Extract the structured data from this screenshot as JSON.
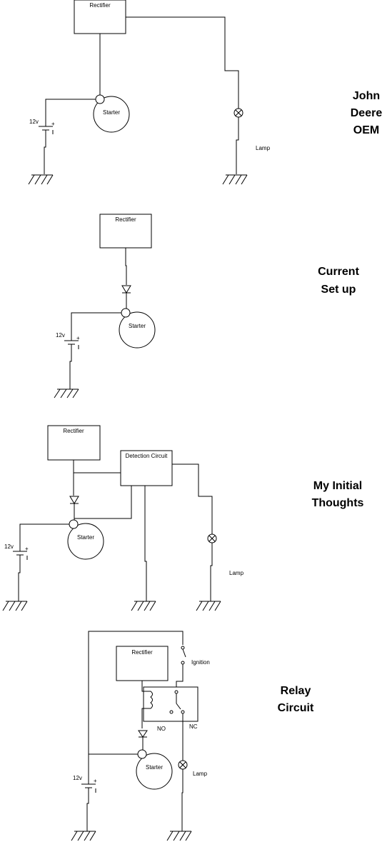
{
  "diagrams": [
    {
      "title_lines": [
        "John",
        "Deere",
        "OEM"
      ],
      "rectifier": "Rectifier",
      "starter": "Starter",
      "battery": "12v",
      "plus": "+",
      "lamp": "Lamp"
    },
    {
      "title_lines": [
        "Current",
        "Set up"
      ],
      "rectifier": "Rectifier",
      "starter": "Starter",
      "battery": "12v",
      "plus": "+"
    },
    {
      "title_lines": [
        "My Initial",
        "Thoughts"
      ],
      "rectifier": "Rectifier",
      "detection": "Detection Circuit",
      "starter": "Starter",
      "battery": "12v",
      "plus": "+",
      "lamp": "Lamp"
    },
    {
      "title_lines": [
        "Relay",
        "Circuit"
      ],
      "rectifier": "Rectifier",
      "ignition": "Ignition",
      "no": "NO",
      "nc": "NC",
      "starter": "Starter",
      "battery": "12v",
      "plus": "+",
      "lamp": "Lamp"
    }
  ]
}
